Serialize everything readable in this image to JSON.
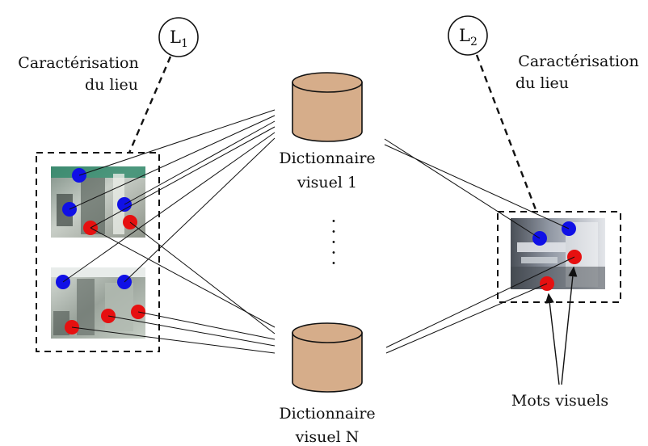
{
  "places": [
    {
      "id": "L1",
      "base": "L",
      "sub": "1",
      "caption_line1": "Caractérisation",
      "caption_line2": "du lieu"
    },
    {
      "id": "L2",
      "base": "L",
      "sub": "2",
      "caption_line1": "Caractérisation",
      "caption_line2": "du lieu"
    }
  ],
  "dictionaries": [
    {
      "line1": "Dictionnaire",
      "line2": "visuel 1"
    },
    {
      "line1": "Dictionnaire",
      "line2": "visuel N"
    }
  ],
  "ellipsis": "·····",
  "visual_words_label": "Mots visuels",
  "colors": {
    "dictionary_fill": "#d6ad8a",
    "visual_word_blue": "#1010e6",
    "visual_word_red": "#e61010"
  }
}
